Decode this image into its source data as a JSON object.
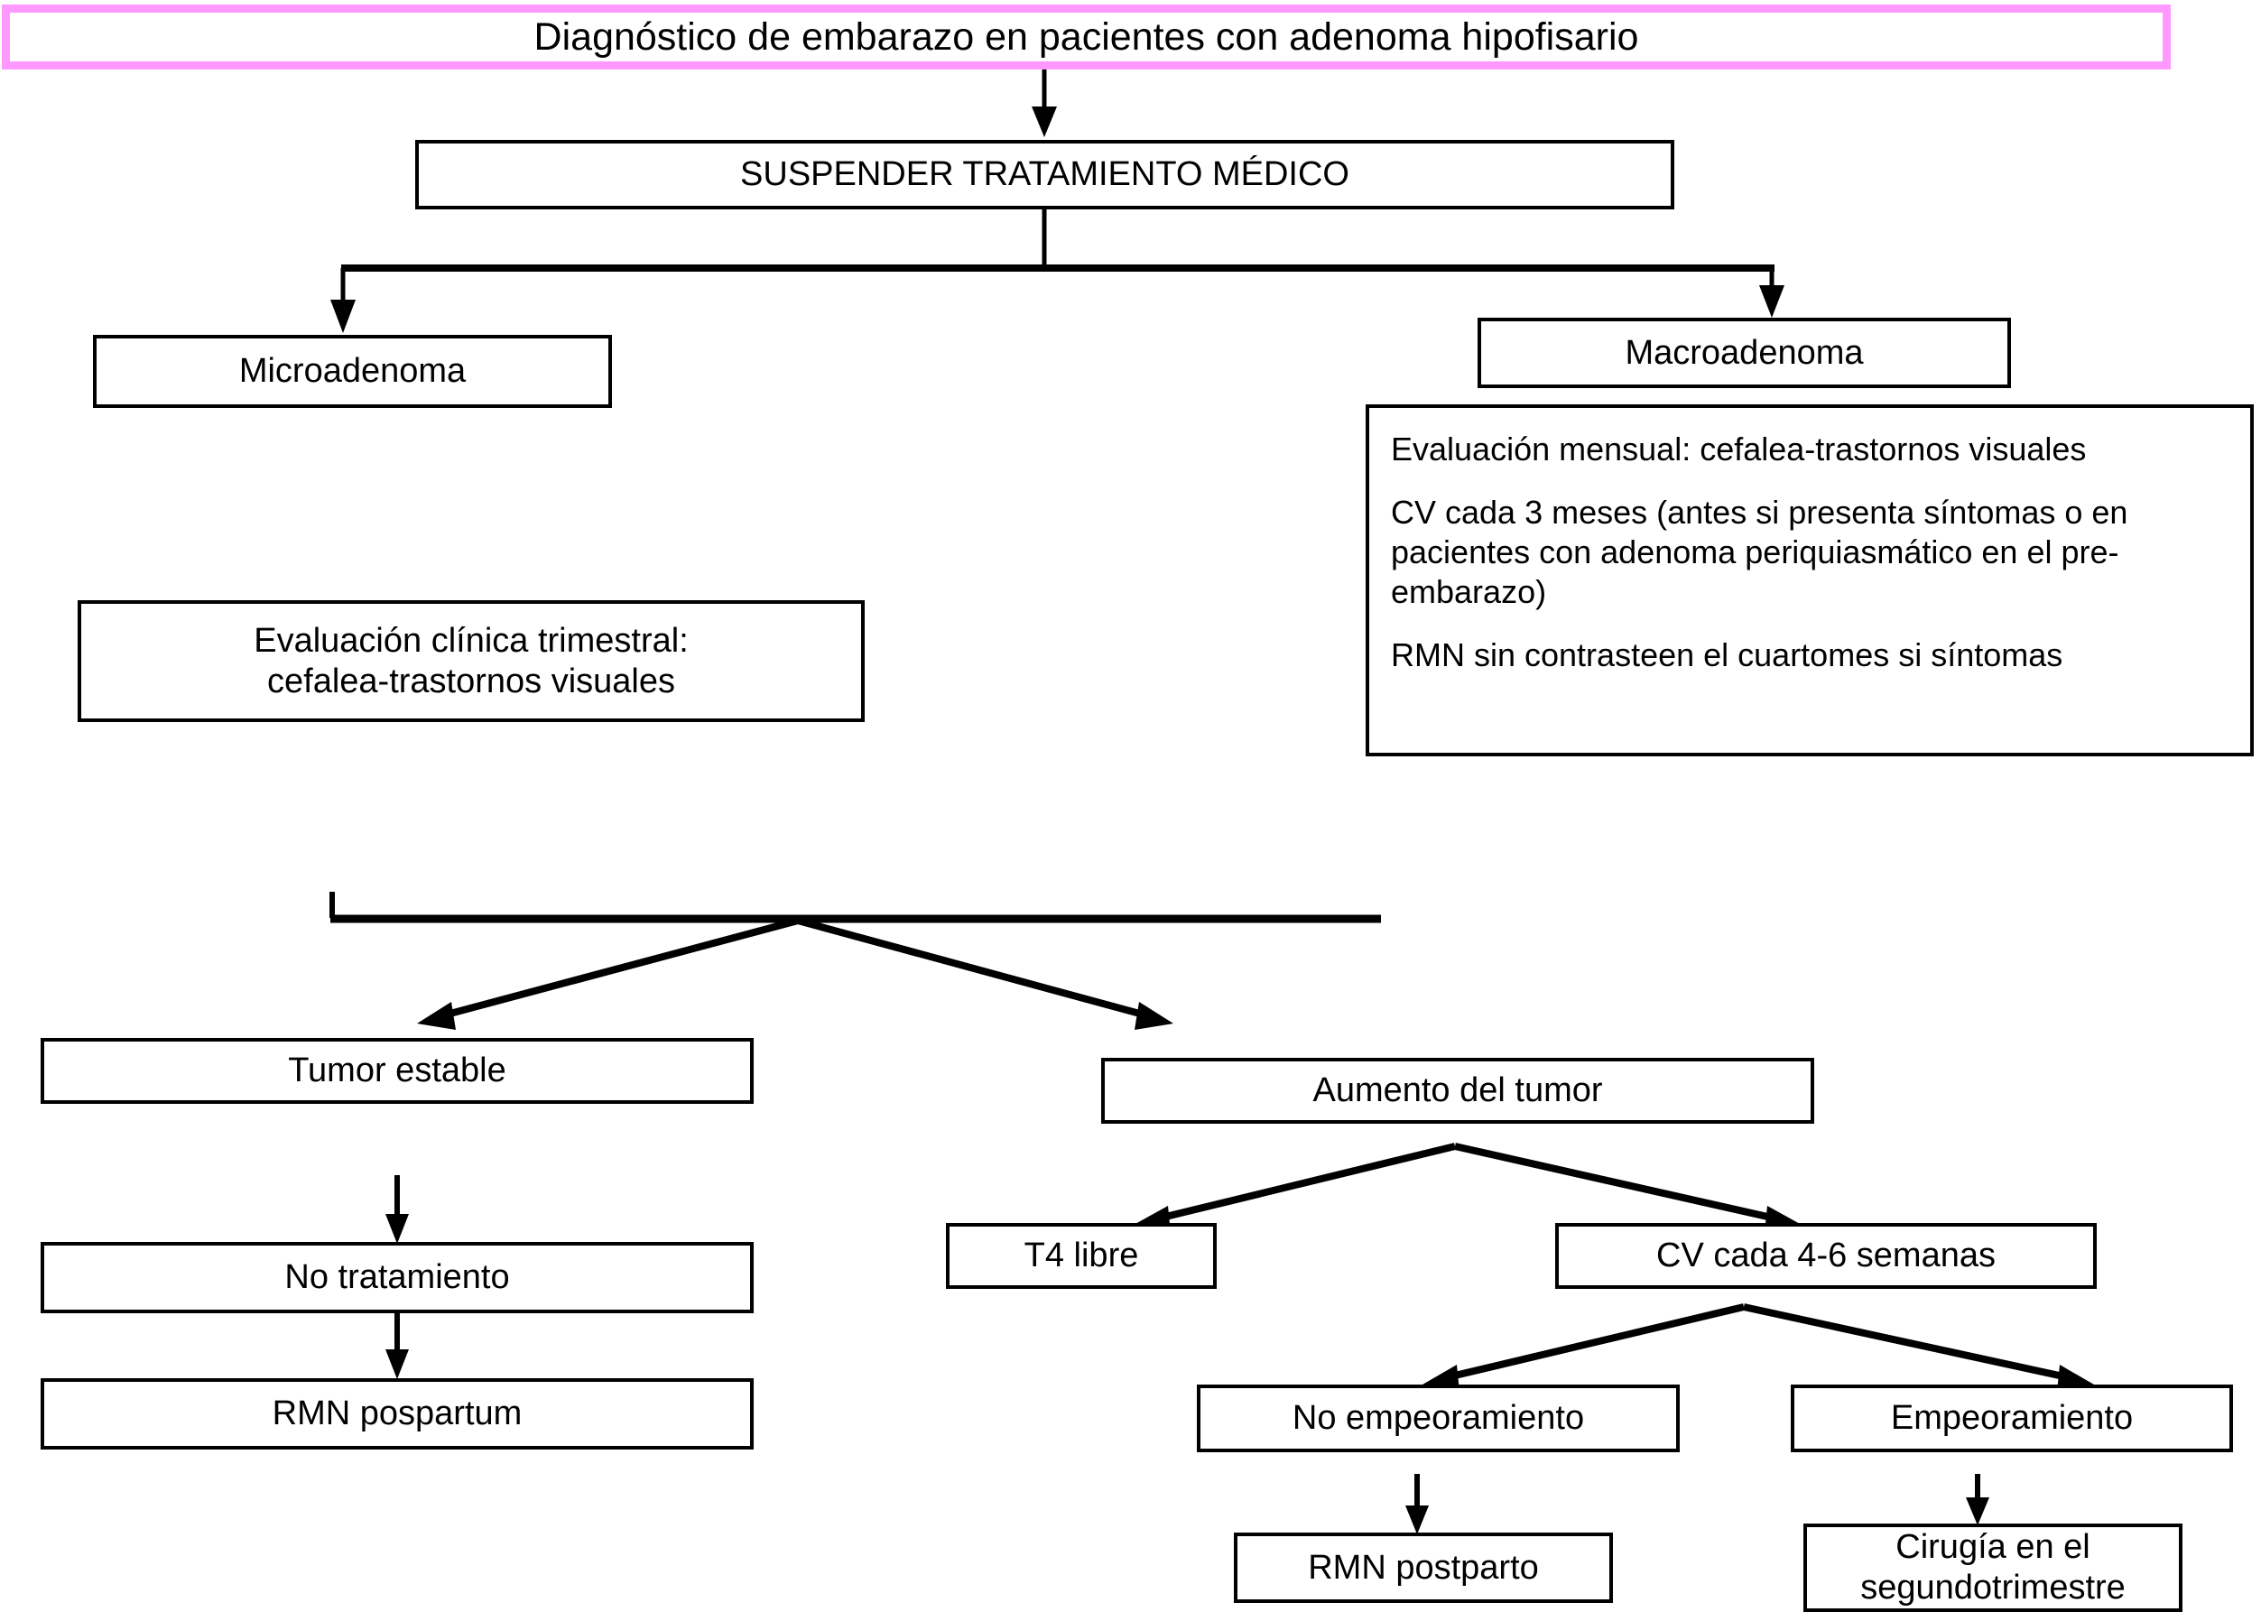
{
  "diagram": {
    "title": "Diagnóstico de embarazo en pacientes con adenoma hipofisario",
    "accent_border_color": "#ff99ff",
    "line_color": "#000000",
    "box_border_color": "#000000",
    "background_color": "#ffffff",
    "type": "flowchart",
    "nodes": {
      "title_banner": "Diagnóstico de embarazo en pacientes con adenoma hipofisario",
      "suspend_treatment": "SUSPENDER TRATAMIENTO MÉDICO",
      "microadenoma": "Microadenoma",
      "macroadenoma": "Macroadenoma",
      "micro_followup": "Evaluación clínica trimestral: cefalea-trastornos visuales",
      "micro_followup_line1": "Evaluación clínica trimestral:",
      "micro_followup_line2": "cefalea-trastornos visuales",
      "macro_followup": {
        "item1": "Evaluación mensual: cefalea-trastornos visuales",
        "item2": "CV cada 3 meses (antes si presenta síntomas o en pacientes con adenoma periquiasmático en el pre-embarazo)",
        "item3": "RMN sin contrasteen el cuartomes si síntomas"
      },
      "tumor_estable": "Tumor estable",
      "aumento_tumor": "Aumento del tumor",
      "no_tratamiento": "No tratamiento",
      "rmn_pospartum": "RMN pospartum",
      "t4_libre": "T4 libre",
      "cv_4_6_semanas": "CV cada 4-6 semanas",
      "no_empeoramiento": "No empeoramiento",
      "empeoramiento": "Empeoramiento",
      "rmn_postparto": "RMN postparto",
      "cirugia_line1": "Cirugía en el",
      "cirugia_line2": "segundotrimestre"
    }
  }
}
